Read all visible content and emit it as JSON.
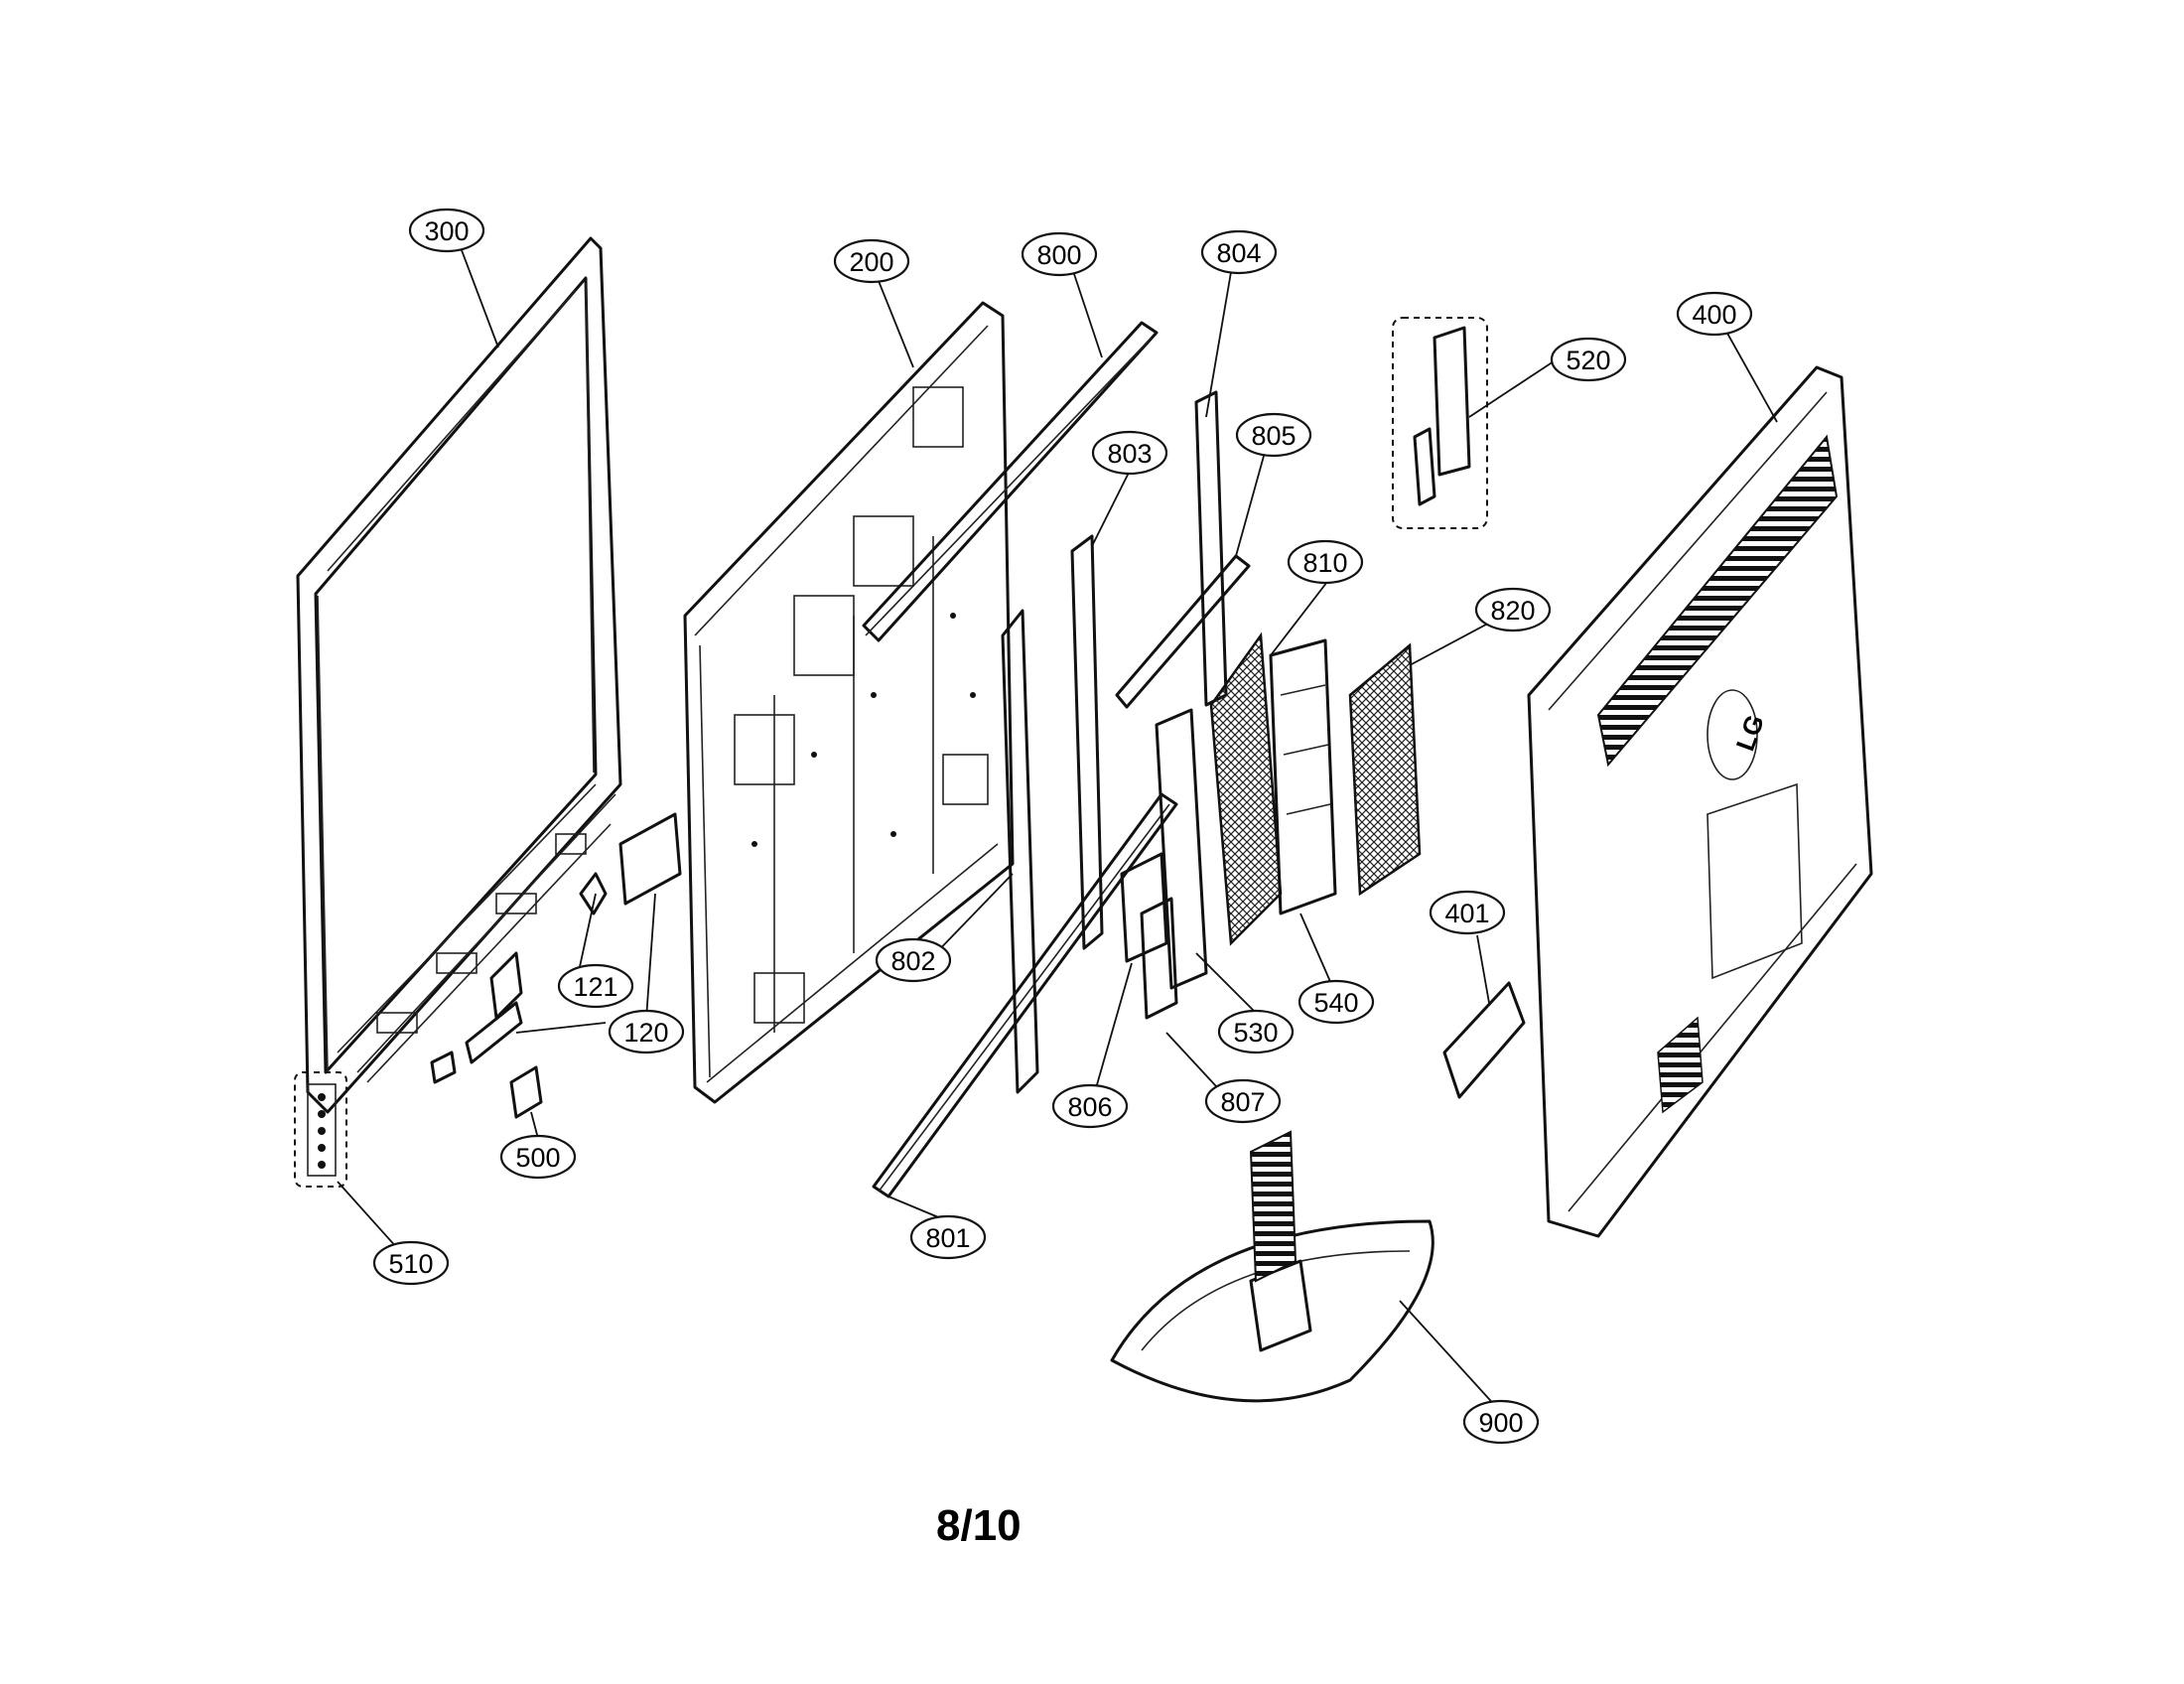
{
  "page_number": "8/10",
  "brand_logo": "LG",
  "callouts": [
    "300",
    "200",
    "800",
    "804",
    "803",
    "805",
    "520",
    "400",
    "810",
    "820",
    "401",
    "121",
    "120",
    "802",
    "530",
    "540",
    "500",
    "806",
    "807",
    "510",
    "801",
    "900"
  ]
}
